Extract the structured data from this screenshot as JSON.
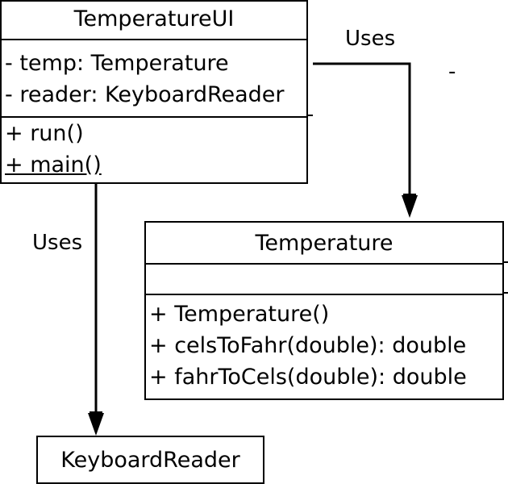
{
  "classes": {
    "temperature_ui": {
      "name": "TemperatureUI",
      "attributes": [
        "- temp: Temperature",
        "- reader: KeyboardReader"
      ],
      "operations": [
        "+ run()",
        "+ main()"
      ]
    },
    "temperature": {
      "name": "Temperature",
      "attributes": [],
      "operations": [
        "+ Temperature()",
        "+ celsToFahr(double): double",
        "+ fahrToCels(double): double"
      ]
    },
    "keyboard_reader": {
      "name": "KeyboardReader"
    }
  },
  "associations": {
    "ui_to_temperature": "Uses",
    "ui_to_reader": "Uses"
  },
  "stray_mark": "-"
}
